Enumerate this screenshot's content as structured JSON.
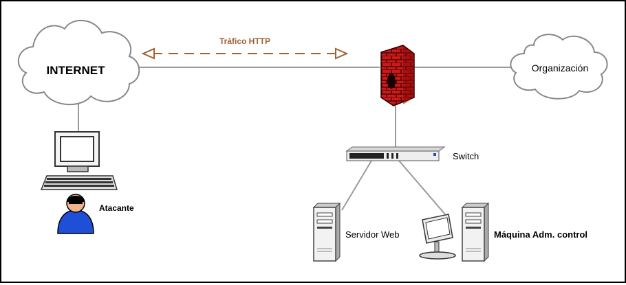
{
  "labels": {
    "internet": "INTERNET",
    "traffic": "Tráfico HTTP",
    "organization": "Organización",
    "switch": "Switch",
    "attacker": "Atacante",
    "web_server": "Servidor Web",
    "admin_machine": "Máquina Adm. control"
  },
  "colors": {
    "traffic_arrow": "#a06030",
    "firewall_brick": "#cc1a1a",
    "firewall_dark": "#5a0a0a",
    "attacker_body": "#1f4fd6",
    "attacker_head": "#f2b48a",
    "line": "#9a9a9a"
  },
  "icons": {
    "internet": "cloud-icon",
    "organization": "cloud-icon",
    "firewall": "firewall-icon",
    "switch": "network-switch-icon",
    "attacker_pc": "desktop-computer-icon",
    "attacker": "person-icon",
    "web_server": "server-tower-icon",
    "admin_monitor": "monitor-icon",
    "admin_tower": "server-tower-icon"
  }
}
